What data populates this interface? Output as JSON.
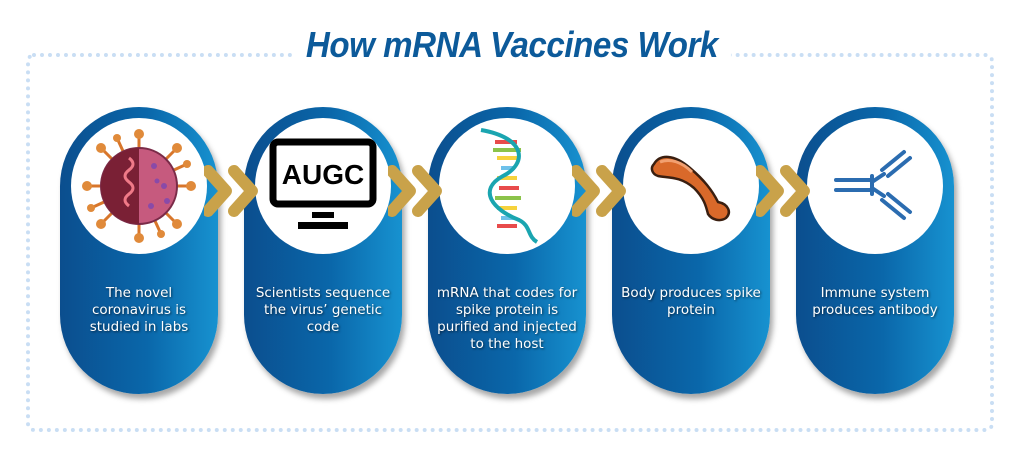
{
  "title": "How mRNA Vaccines Work",
  "colors": {
    "pill_dark": "#0b4e8e",
    "pill_light": "#1792d0",
    "chevron": "#c9a24a",
    "title": "#0c5a9a",
    "border": "#c9def4"
  },
  "steps": [
    {
      "icon": "coronavirus-icon",
      "text": "The novel coronavirus is studied in labs"
    },
    {
      "icon": "computer-monitor-icon",
      "screen_text": "AUGC",
      "text": "Scientists sequence the virus’ genetic code"
    },
    {
      "icon": "mrna-strand-icon",
      "text": "mRNA that codes for spike protein is purified and injected to the host"
    },
    {
      "icon": "spike-protein-icon",
      "text": "Body produces spike protein"
    },
    {
      "icon": "antibody-icon",
      "text": "Immune system produces antibody"
    }
  ]
}
